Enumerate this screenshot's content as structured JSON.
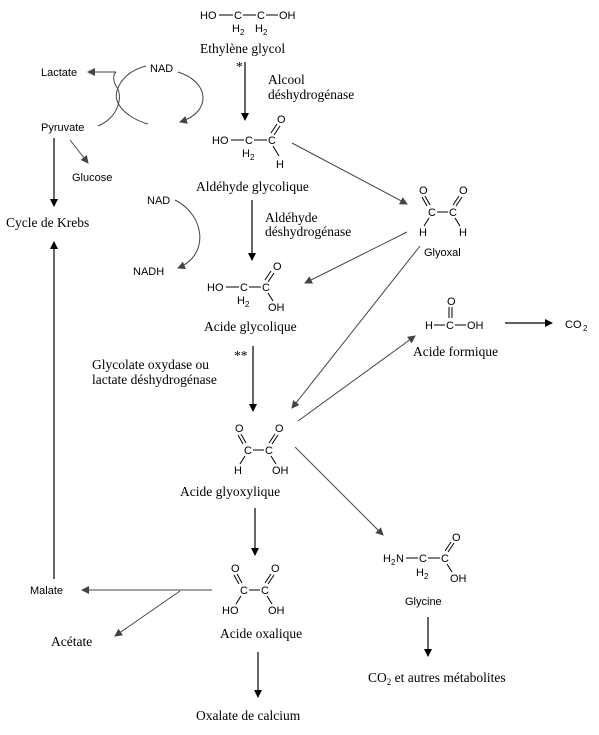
{
  "compounds": {
    "ethylene_glycol": "Ethylène glycol",
    "glycolaldehyde": "Aldéhyde glycolique",
    "glyoxal": "Glyoxal",
    "glycolic_acid": "Acide glycolique",
    "formic_acid": "Acide formique",
    "glyoxylic_acid": "Acide glyoxylique",
    "glycine": "Glycine",
    "oxalic_acid": "Acide oxalique",
    "calcium_oxalate": "Oxalate de calcium",
    "co2_metabolites_sub": "2",
    "co2_metabolites_rest": " et autres métabolites",
    "co2": "CO",
    "co2_sub": "2"
  },
  "side": {
    "lactate": "Lactate",
    "nad": "NAD",
    "pyruvate": "Pyruvate",
    "glucose": "Glucose",
    "krebs": "Cycle de Krebs",
    "nad2": "NAD",
    "nadh": "NADH",
    "malate": "Malate",
    "acetate": "Acétate"
  },
  "enzymes": {
    "adh_1": "Alcool",
    "adh_2": "déshydrogénase",
    "aldh_1": "Aldéhyde",
    "aldh_2": "déshydrogénase",
    "gox_1": "Glycolate oxydase ou",
    "gox_2": "lactate déshydrogénase",
    "star1": "*",
    "star2": "**"
  },
  "atoms": {
    "ho": "HO",
    "oh": "OH",
    "c": "C",
    "o": "O",
    "h": "H",
    "h2": "H",
    "two": "2",
    "n": "N"
  }
}
